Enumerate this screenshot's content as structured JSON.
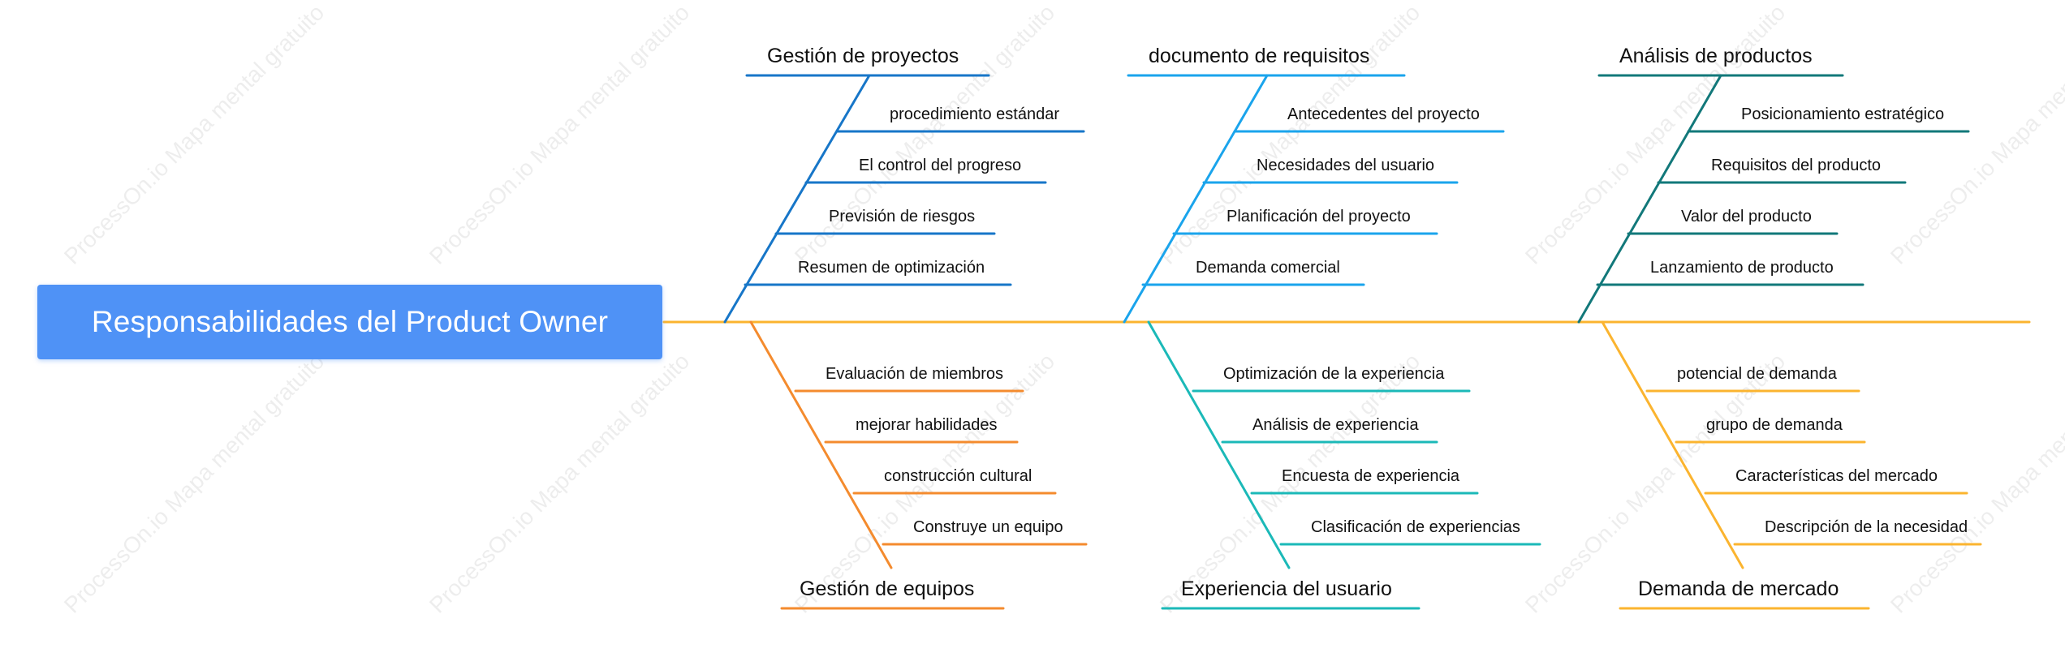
{
  "root": {
    "title": "Responsabilidades del Product Owner"
  },
  "watermark": "ProcessOn.io Mapa mental gratuito",
  "colors": {
    "root": "#4f92f6",
    "spine": "#fbb42f",
    "gestion_proyectos": "#1776c8",
    "documento_requisitos": "#1aa4ec",
    "analisis_productos": "#12787a",
    "gestion_equipos": "#f48b2e",
    "experiencia_usuario": "#1bb9b8",
    "demanda_mercado": "#fbb42f"
  },
  "top": [
    {
      "key": "gestion_proyectos",
      "title": "Gestión de proyectos",
      "items": [
        "procedimiento estándar",
        "El control del progreso",
        "Previsión de riesgos",
        "Resumen de optimización"
      ]
    },
    {
      "key": "documento_requisitos",
      "title": "documento de requisitos",
      "items": [
        "Antecedentes del proyecto",
        "Necesidades del usuario",
        "Planificación del proyecto",
        "Demanda comercial"
      ]
    },
    {
      "key": "analisis_productos",
      "title": "Análisis de productos",
      "items": [
        "Posicionamiento estratégico",
        "Requisitos del producto",
        "Valor del producto",
        "Lanzamiento de producto"
      ]
    }
  ],
  "bottom": [
    {
      "key": "gestion_equipos",
      "title": "Gestión de equipos",
      "items": [
        "Evaluación de miembros",
        "mejorar habilidades",
        "construcción cultural",
        "Construye un equipo"
      ]
    },
    {
      "key": "experiencia_usuario",
      "title": "Experiencia del usuario",
      "items": [
        "Optimización de la experiencia",
        "Análisis de experiencia",
        "Encuesta de experiencia",
        "Clasificación de experiencias"
      ]
    },
    {
      "key": "demanda_mercado",
      "title": "Demanda de mercado",
      "items": [
        "potencial de demanda",
        "grupo de demanda",
        "Características del mercado",
        "Descripción de la necesidad"
      ]
    }
  ]
}
